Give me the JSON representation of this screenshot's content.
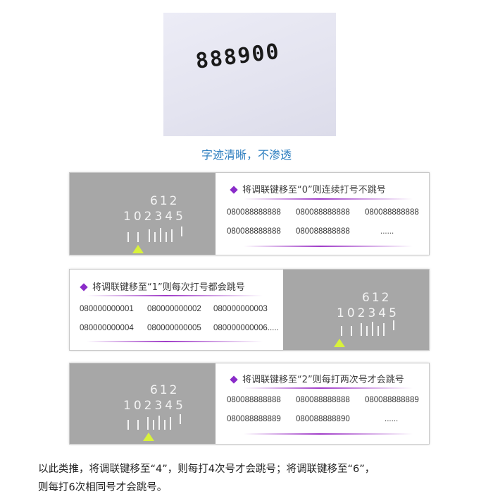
{
  "photo": {
    "number": "888900"
  },
  "caption": "字迹清晰，不渗透",
  "panels": [
    {
      "title": "将调联键移至“0”则连续打号不跳号",
      "row1": [
        "080088888888",
        "080088888888",
        "080088888888"
      ],
      "row2": [
        "080088888888",
        "080088888888",
        "......"
      ],
      "dial_top": "612",
      "dial_bottom": "102345"
    },
    {
      "title": "将调联键移至“1”则每次打号都会跳号",
      "row1": [
        "080000000001",
        "080000000002",
        "080000000003"
      ],
      "row2": [
        "080000000004",
        "080000000005",
        "080000000006....."
      ],
      "dial_top": "612",
      "dial_bottom": "102345"
    },
    {
      "title": "将调联键移至“2”则每打两次号才会跳号",
      "row1": [
        "080088888888",
        "080088888888",
        "080088888889"
      ],
      "row2": [
        "080088888889",
        "080088888890",
        "......"
      ],
      "dial_top": "612",
      "dial_bottom": "102345"
    }
  ],
  "footer": {
    "line1": "以此类推，将调联键移至“4”，则每打4次号才会跳号；将调联键移至“6”，",
    "line2": "则每打6次相同号才会跳号。"
  },
  "colors": {
    "caption": "#2f7fc0",
    "diamond": "#8a2cc9",
    "arrow": "#d9f23a",
    "panel_gray": "#a7a7a7"
  }
}
